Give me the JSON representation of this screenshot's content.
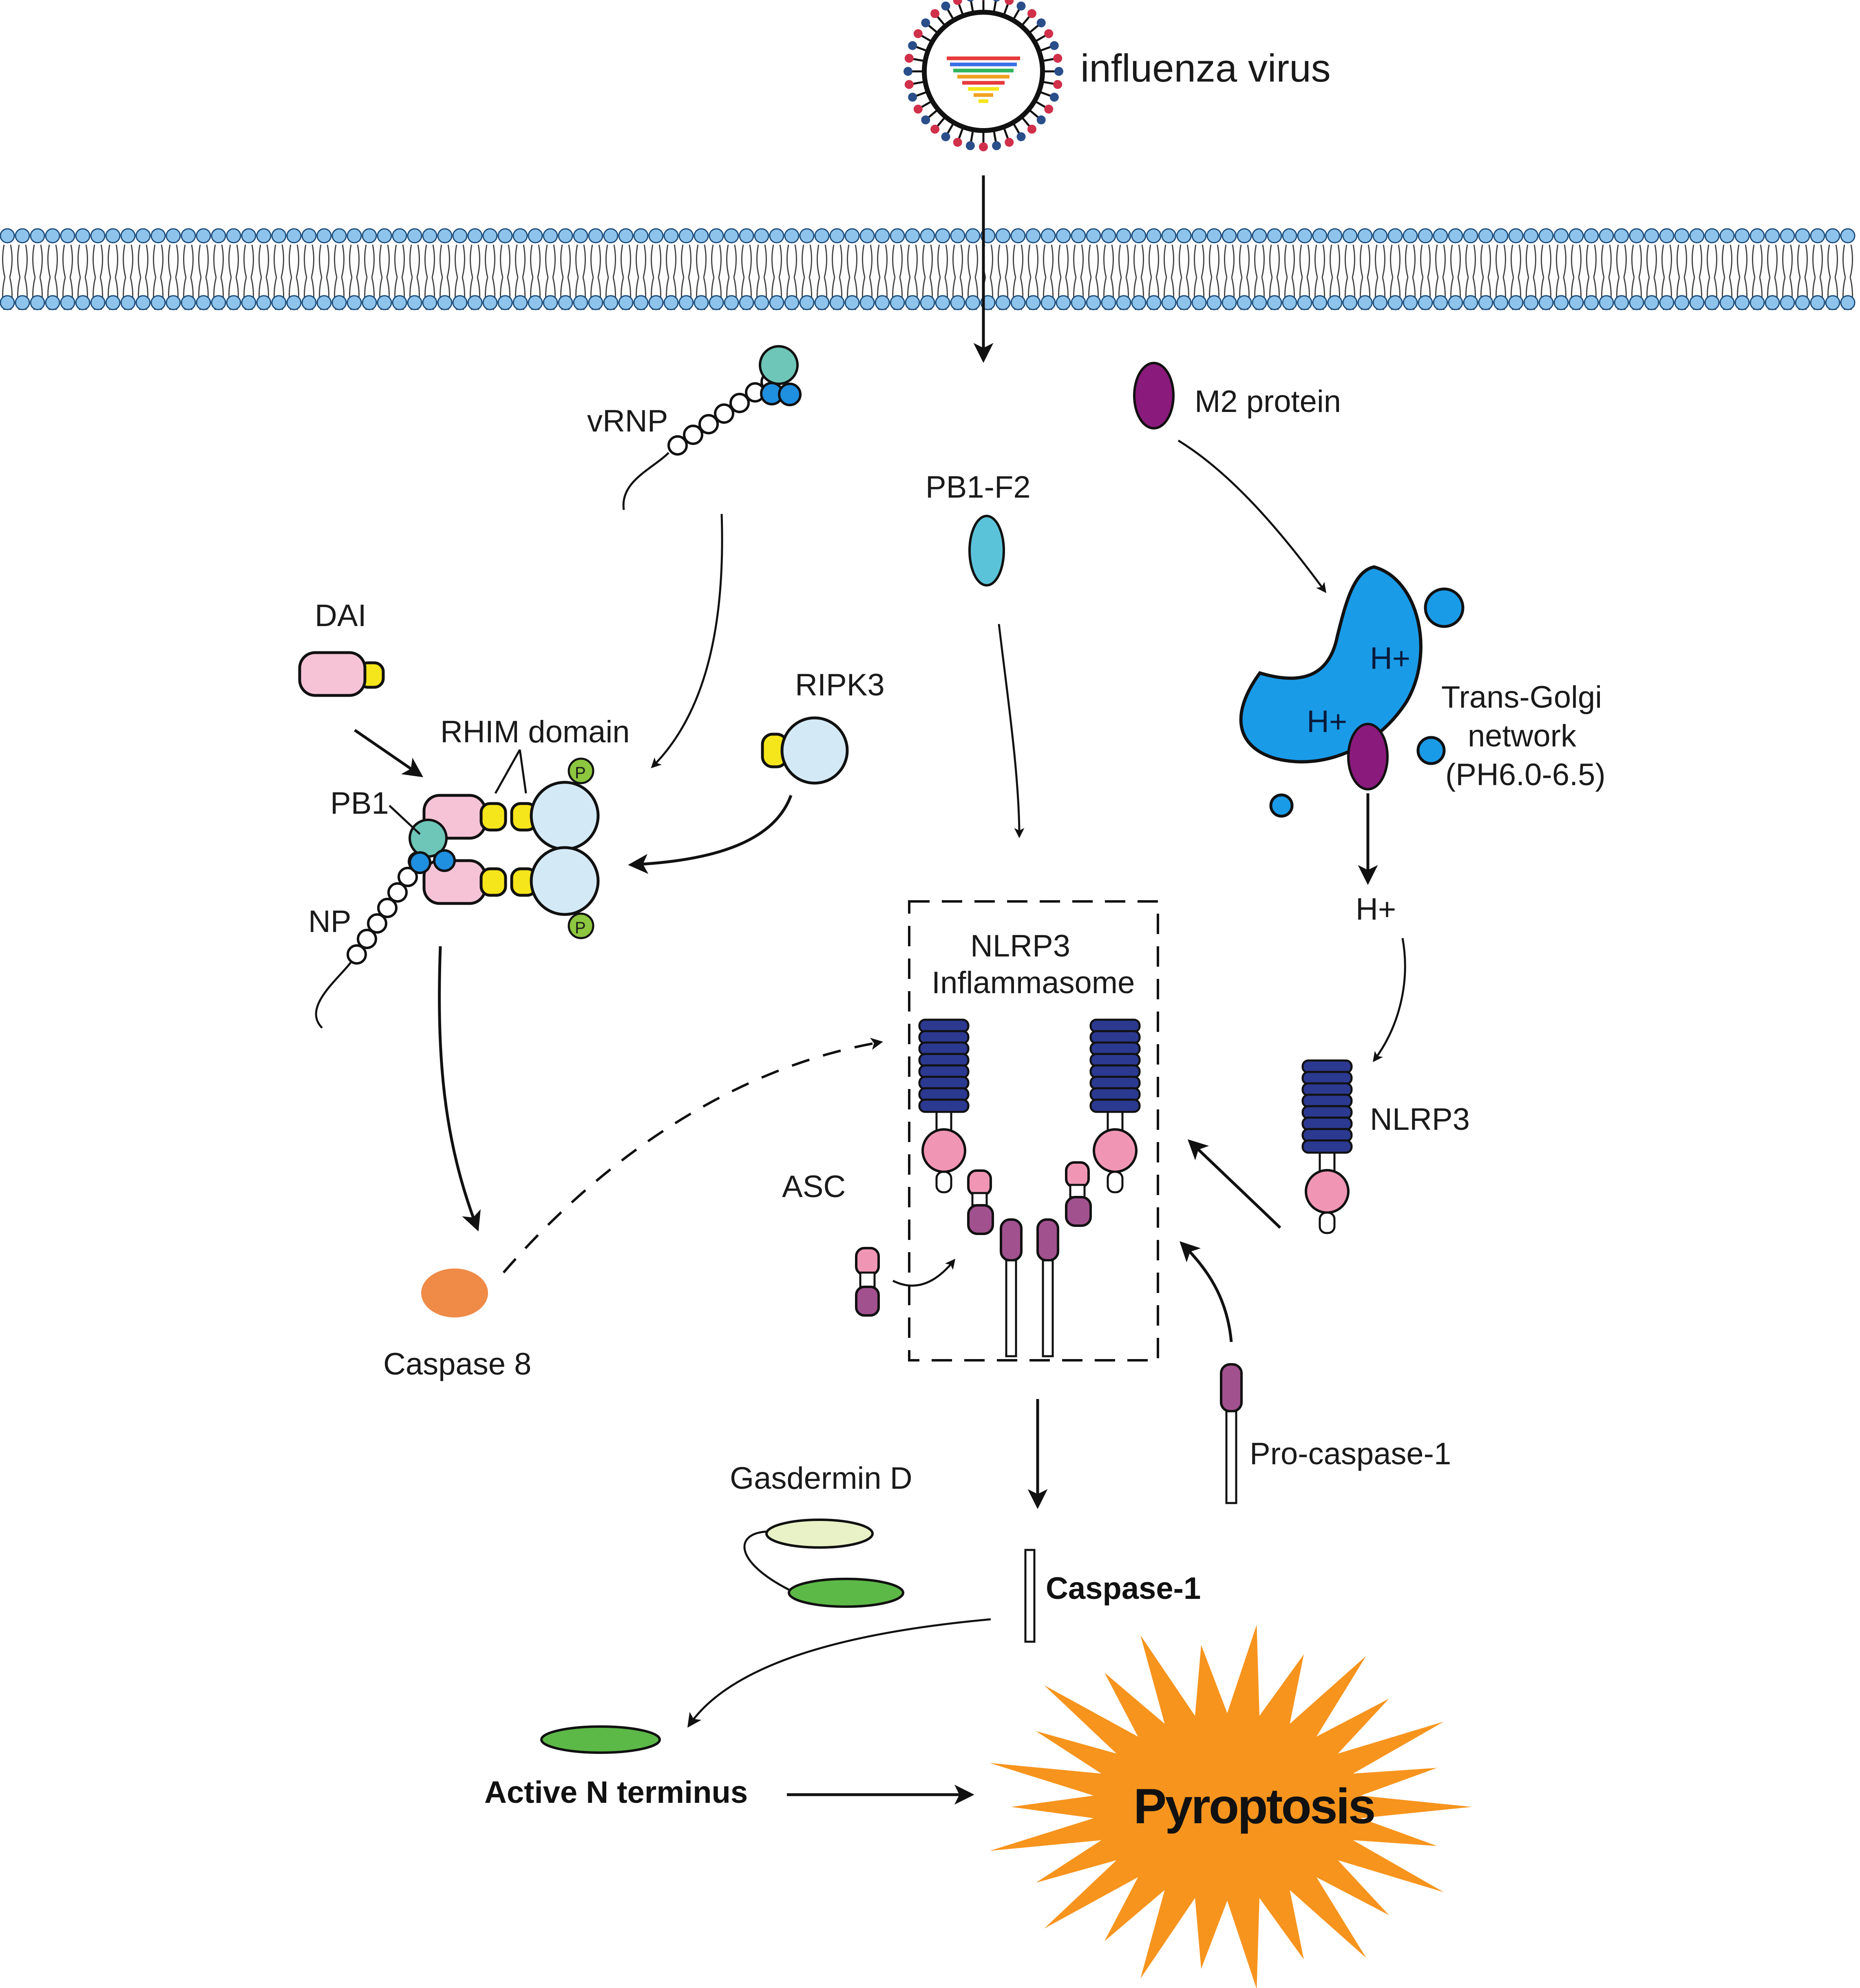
{
  "labels": {
    "influenza_virus": "influenza virus",
    "vrnp": "vRNP",
    "pb1_f2": "PB1-F2",
    "m2_protein": "M2 protein",
    "dai": "DAI",
    "ripk3": "RIPK3",
    "rhim_domain": "RHIM domain",
    "pb1": "PB1",
    "np": "NP",
    "trans_golgi_line1": "Trans-Golgi",
    "trans_golgi_line2": "network",
    "trans_golgi_line3": "(PH6.0-6.5)",
    "h_plus": "H+",
    "nlrp3": "NLRP3",
    "inflammasome_line1": "NLRP3",
    "inflammasome_line2": "Inflammasome",
    "asc": "ASC",
    "caspase8": "Caspase 8",
    "pro_caspase1": "Pro-caspase-1",
    "gasdermin_d": "Gasdermin D",
    "caspase1": "Caspase-1",
    "active_n_terminus": "Active N terminus",
    "pyroptosis": "Pyroptosis",
    "phospho": "P"
  },
  "colors": {
    "membrane_head": "#8ec3ec",
    "pink": "#f6c3d6",
    "yellow": "#f5e51b",
    "teal": "#6ec6b8",
    "blue_dot": "#1f8fe0",
    "light_blue": "#d3e9f6",
    "green_p": "#8dc63f",
    "pb1f2_cyan": "#5bc3d9",
    "m2_purple": "#8a1a7c",
    "golgi_blue": "#1a9be8",
    "nlrp3_navy": "#2b3990",
    "asc_pink": "#f096b4",
    "caspase_purple": "#a2518f",
    "caspase8_orange": "#ef8a47",
    "gasdermin_light": "#e8f2c6",
    "gasdermin_green": "#5cb947",
    "pyroptosis_orange": "#f7941d"
  }
}
